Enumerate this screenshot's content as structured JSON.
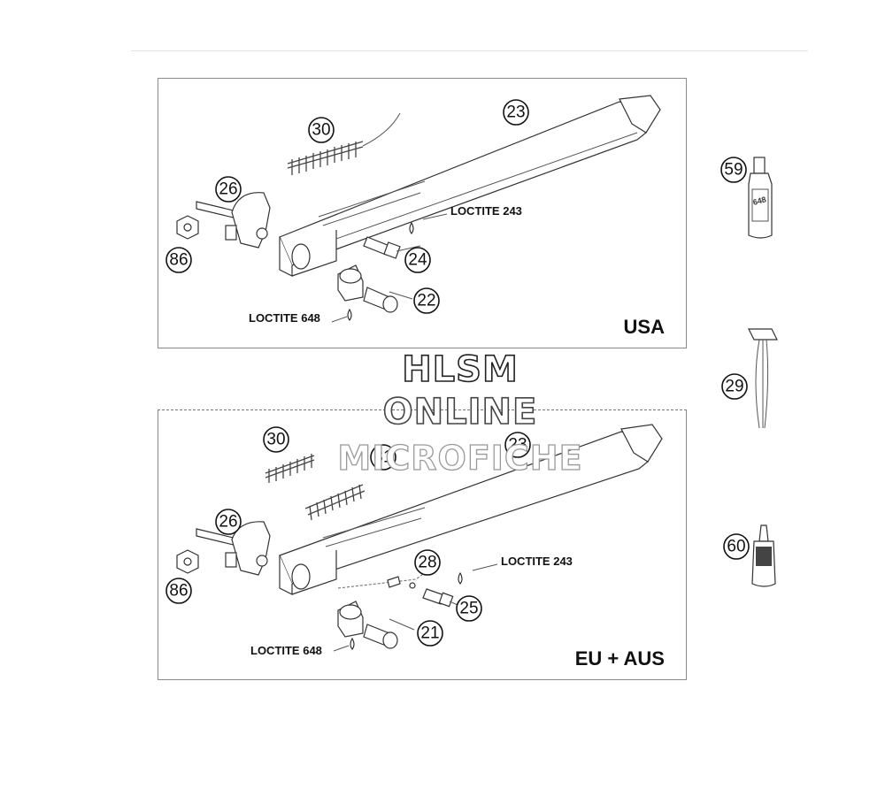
{
  "panels": {
    "usa": {
      "region_label": "USA",
      "callouts": [
        "30",
        "23",
        "26",
        "86",
        "24",
        "22"
      ],
      "notes": [
        "LOCTITE 243",
        "LOCTITE 648"
      ]
    },
    "eu": {
      "region_label": "EU + AUS",
      "callouts": [
        "30",
        "31",
        "23",
        "26",
        "86",
        "28",
        "25",
        "21"
      ],
      "notes": [
        "LOCTITE 243",
        "LOCTITE 648"
      ]
    }
  },
  "side_parts": [
    "59",
    "29",
    "60"
  ],
  "watermark": {
    "line1": "HLSM",
    "line2": "ONLINE",
    "line3": "MICROFICHE"
  },
  "bottle_label": "648"
}
